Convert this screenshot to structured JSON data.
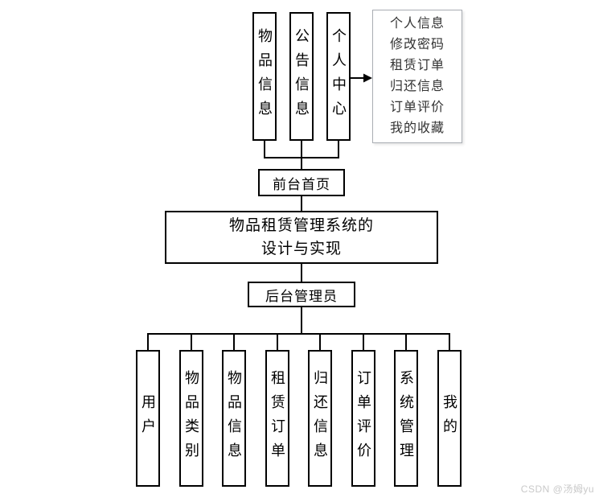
{
  "diagram": {
    "title_line1": "物品租赁管理系统的",
    "title_line2": "设计与实现",
    "front_home": "前台首页",
    "backend_admin": "后台管理员",
    "front_modules": [
      "物品信息",
      "公告信息",
      "个人中心"
    ],
    "personal_center_menu": [
      "个人信息",
      "修改密码",
      "租赁订单",
      "归还信息",
      "订单评价",
      "我的收藏"
    ],
    "backend_modules": [
      "用户",
      "物品类别",
      "物品信息",
      "租赁订单",
      "归还信息",
      "订单评价",
      "系统管理",
      "我的"
    ]
  },
  "watermark": "CSDN @汤姆yu"
}
